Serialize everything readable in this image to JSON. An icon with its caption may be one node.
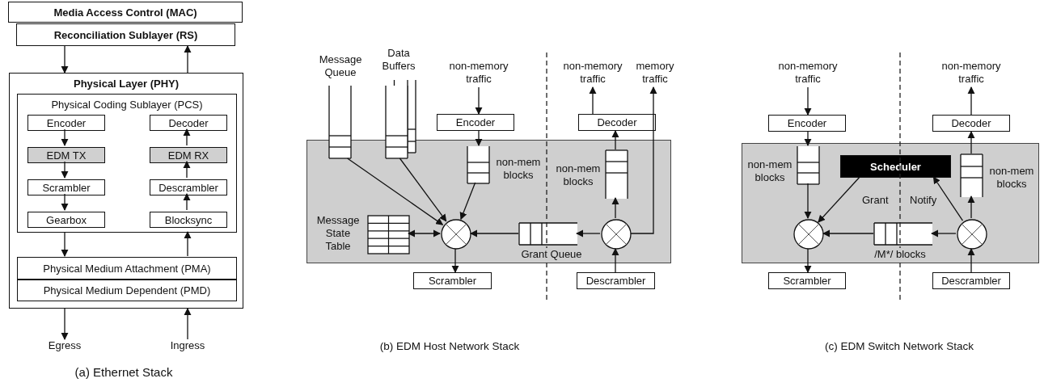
{
  "diagram": {
    "nodes": [
      {
        "text": [
          "Media Access Control (MAC)"
        ]
      },
      {
        "text": [
          "Reconciliation Sublayer (RS)"
        ]
      },
      {
        "text": [
          "Physical Layer (PHY)"
        ]
      },
      {
        "text": [
          "Physical Coding Sublayer (PCS)"
        ],
        "in": 2
      },
      {
        "text": [
          "Encoder"
        ],
        "in": 3
      },
      {
        "text": [
          "Decoder"
        ],
        "in": 3
      },
      {
        "text": [
          "EDM TX"
        ],
        "in": 3
      },
      {
        "text": [
          "EDM RX"
        ],
        "in": 3
      },
      {
        "text": [
          "Scrambler"
        ],
        "in": 3
      },
      {
        "text": [
          "Descrambler"
        ],
        "in": 3
      },
      {
        "text": [
          "Gearbox"
        ],
        "in": 3
      },
      {
        "text": [
          "Blocksync"
        ],
        "in": 3
      },
      {
        "text": [
          "Physical Medium Attachment (PMA)"
        ],
        "in": 2
      },
      {
        "text": [
          "Physical Medium Dependent (PMD)"
        ],
        "in": 2
      },
      {
        "text": [
          "Egress"
        ]
      },
      {
        "text": [
          "Ingress"
        ]
      },
      {
        "text": [
          "non-memory traffic"
        ]
      },
      {
        "text": [
          "Encoder"
        ]
      },
      {
        "text": [],
        "shape": "box"
      },
      {
        "text": [
          "Message Queue"
        ]
      },
      {
        "text": [
          "Data Buffers"
        ]
      },
      {
        "text": [
          "non-mem blocks"
        ],
        "in": 18
      },
      {
        "text": [
          "Message State Table"
        ],
        "in": 18
      },
      {
        "text": [],
        "shape": "circle",
        "in": 18
      },
      {
        "text": [
          "Grant Queue"
        ],
        "in": 18
      },
      {
        "text": [],
        "shape": "circle",
        "in": 18
      },
      {
        "text": [
          "non-mem blocks"
        ],
        "in": 18
      },
      {
        "text": [
          "Scrambler"
        ]
      },
      {
        "text": [
          "Descrambler"
        ]
      },
      {
        "text": [
          "Decoder"
        ]
      },
      {
        "text": [
          "non-memory traffic"
        ]
      },
      {
        "text": [
          "memory traffic"
        ]
      },
      {
        "text": [
          "non-memory traffic"
        ]
      },
      {
        "text": [
          "Encoder"
        ]
      },
      {
        "text": [],
        "shape": "box"
      },
      {
        "text": [
          "non-mem blocks"
        ],
        "in": 34
      },
      {
        "text": [
          "Scheduler"
        ],
        "in": 34
      },
      {
        "text": [],
        "shape": "circle",
        "in": 34
      },
      {
        "text": [
          "/M*/ blocks"
        ],
        "in": 34
      },
      {
        "text": [],
        "shape": "circle",
        "in": 34
      },
      {
        "text": [
          "non-mem blocks"
        ],
        "in": 34
      },
      {
        "text": [
          "Scrambler"
        ]
      },
      {
        "text": [
          "Descrambler"
        ]
      },
      {
        "text": [
          "Decoder"
        ]
      },
      {
        "text": [
          "non-memory traffic"
        ]
      }
    ],
    "edges": [
      {
        "from": 1,
        "to": 2,
        "arrow": "to"
      },
      {
        "from": 2,
        "to": 1,
        "arrow": "to"
      },
      {
        "from": 4,
        "to": 6,
        "arrow": "to"
      },
      {
        "from": 6,
        "to": 8,
        "arrow": "to"
      },
      {
        "from": 8,
        "to": 10,
        "arrow": "to"
      },
      {
        "from": 11,
        "to": 9,
        "arrow": "to"
      },
      {
        "from": 9,
        "to": 7,
        "arrow": "to"
      },
      {
        "from": 7,
        "to": 5,
        "arrow": "to"
      },
      {
        "from": 3,
        "to": 12,
        "arrow": "to"
      },
      {
        "from": 12,
        "to": 3,
        "arrow": "to"
      },
      {
        "from": 2,
        "to": 14,
        "arrow": "to"
      },
      {
        "from": 15,
        "to": 2,
        "arrow": "to"
      },
      {
        "from": 16,
        "to": 17,
        "arrow": "to"
      },
      {
        "from": 17,
        "to": 21,
        "arrow": "to"
      },
      {
        "from": 19,
        "to": 23,
        "arrow": "to"
      },
      {
        "from": 20,
        "to": 23,
        "arrow": "to"
      },
      {
        "from": 21,
        "to": 23,
        "arrow": "to"
      },
      {
        "from": 22,
        "to": 23,
        "arrow": "both"
      },
      {
        "from": 24,
        "to": 23,
        "arrow": "to"
      },
      {
        "from": 25,
        "to": 24,
        "arrow": "to"
      },
      {
        "from": 23,
        "to": 27,
        "arrow": "to"
      },
      {
        "from": 28,
        "to": 25,
        "arrow": "to"
      },
      {
        "from": 25,
        "to": 26,
        "arrow": "to"
      },
      {
        "from": 26,
        "to": 29,
        "arrow": "to"
      },
      {
        "from": 29,
        "to": 30,
        "arrow": "to"
      },
      {
        "from": 25,
        "to": 31,
        "arrow": "to"
      },
      {
        "from": 32,
        "to": 33,
        "arrow": "to"
      },
      {
        "from": 33,
        "to": 35,
        "arrow": "to"
      },
      {
        "from": 35,
        "to": 37,
        "arrow": "to"
      },
      {
        "from": 36,
        "to": 37,
        "arrow": "to",
        "label": "Grant"
      },
      {
        "from": 39,
        "to": 36,
        "arrow": "to",
        "label": "Notify"
      },
      {
        "from": 38,
        "to": 37,
        "arrow": "to"
      },
      {
        "from": 39,
        "to": 38,
        "arrow": "to"
      },
      {
        "from": 37,
        "to": 41,
        "arrow": "to"
      },
      {
        "from": 42,
        "to": 39,
        "arrow": "to"
      },
      {
        "from": 39,
        "to": 40,
        "arrow": "to"
      },
      {
        "from": 40,
        "to": 43,
        "arrow": "to"
      },
      {
        "from": 43,
        "to": 44,
        "arrow": "to"
      }
    ],
    "labels": [
      "(a) Ethernet Stack",
      "(b) EDM Host Network Stack",
      "(c) EDM Switch Network Stack"
    ]
  }
}
